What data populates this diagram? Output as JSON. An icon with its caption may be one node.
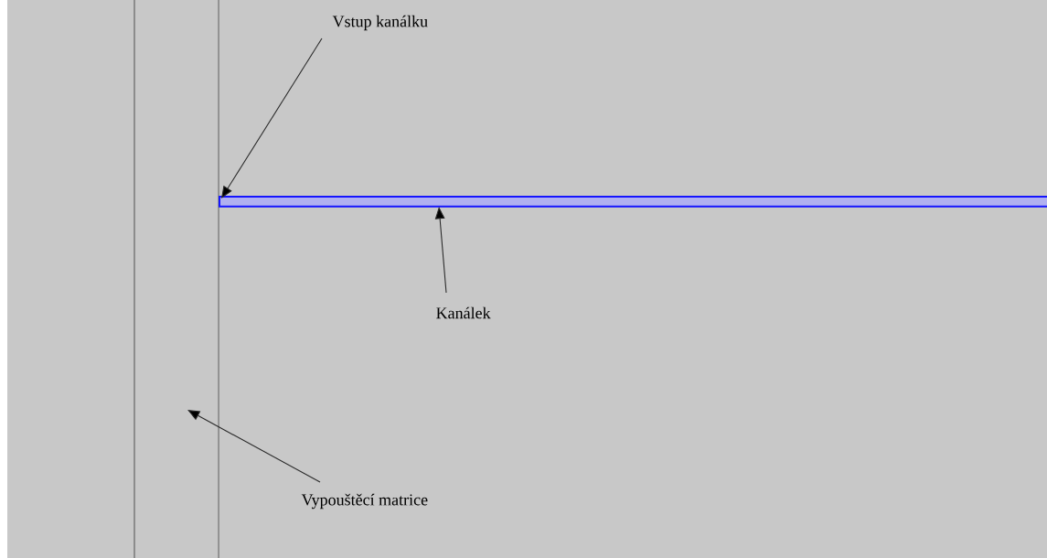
{
  "diagram": {
    "nodes": [
      {
        "text": [
          "Vstup kanálku"
        ]
      },
      {
        "text": [],
        "shape": "box"
      },
      {
        "text": [
          "Kanálek"
        ]
      },
      {
        "text": [
          "Vypouštěcí matrice"
        ]
      },
      {
        "text": [],
        "shape": "box"
      }
    ],
    "edges": [
      {
        "from": 0,
        "to": 4,
        "arrow": "to"
      },
      {
        "from": 2,
        "to": 4,
        "arrow": "to"
      },
      {
        "from": 3,
        "to": 1,
        "arrow": "to"
      }
    ]
  }
}
